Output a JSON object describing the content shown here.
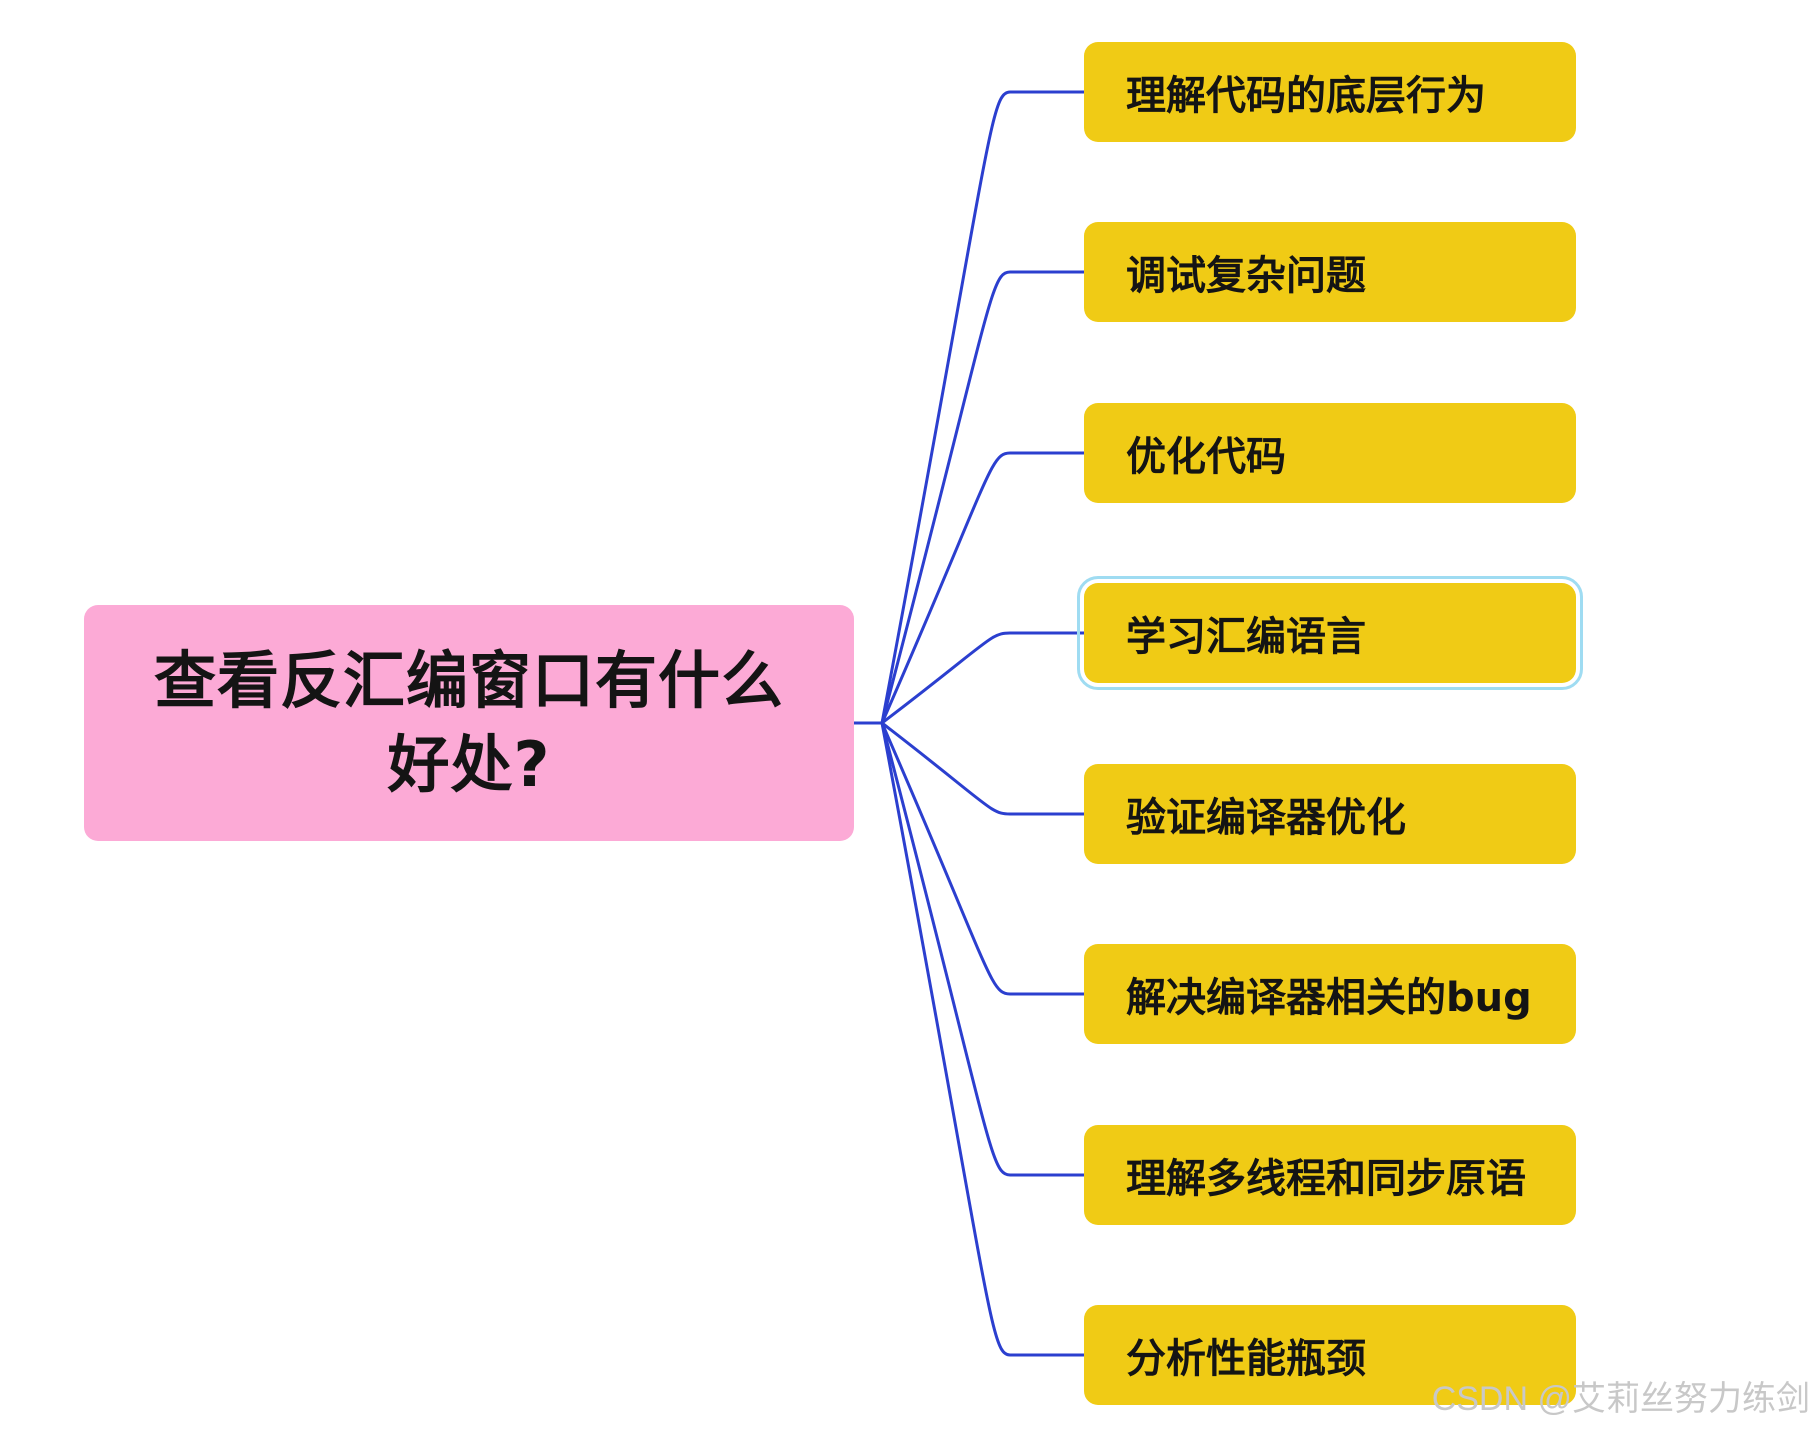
{
  "root": {
    "title_line1": "查看反汇编窗口有什么",
    "title_line2": "好处?"
  },
  "branches": [
    {
      "label": "理解代码的底层行为"
    },
    {
      "label": "调试复杂问题"
    },
    {
      "label": "优化代码"
    },
    {
      "label": "学习汇编语言"
    },
    {
      "label": "验证编译器优化"
    },
    {
      "label": "解决编译器相关的bug"
    },
    {
      "label": "理解多线程和同步原语"
    },
    {
      "label": "分析性能瓶颈"
    }
  ],
  "watermark": "CSDN @艾莉丝努力练剑",
  "colors": {
    "root_fill": "#fcaad6",
    "branch_fill": "#f0cb15",
    "connector": "#2b3fcf",
    "selection_outline": "#9fdcf2"
  }
}
